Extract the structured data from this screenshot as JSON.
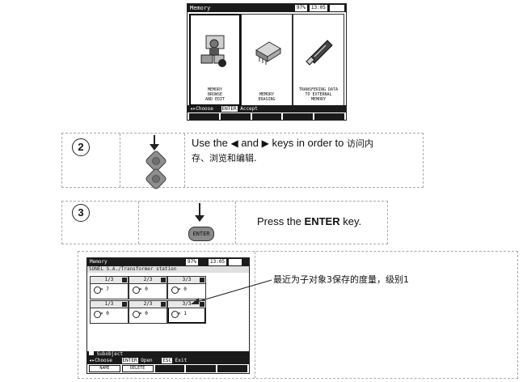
{
  "screen1": {
    "title": "Memory",
    "battery": "97%",
    "time": "13:05",
    "panels": [
      {
        "label": "MEMORY\nBROWSE\nAND EDIT",
        "icon": "person-at-computer-icon"
      },
      {
        "label": "MEMORY\nERASING",
        "icon": "memory-chip-icon"
      },
      {
        "label": "TRANSFERING DATA\nTO EXTERNAL\nMEMORY",
        "icon": "usb-drive-icon"
      }
    ],
    "hint_choose": "◂▸Choose",
    "hint_enter": "ENTER",
    "hint_accept": "Accept"
  },
  "step2": {
    "number": "2",
    "text_use": "Use the",
    "text_and": "and",
    "text_keys": "keys in order to",
    "text_cjk1": "访问内",
    "text_cjk2": "存、浏览和编辑",
    "text_end": "."
  },
  "step3": {
    "number": "3",
    "key_label": "ENTER",
    "text_press": "Press the",
    "text_key_name": "ENTER",
    "text_key": "key."
  },
  "screen2": {
    "title": "Memory",
    "battery": "97%",
    "time": "13:05",
    "subtitle": "SONEL S.A./Transformer station",
    "cells": [
      {
        "header": "1/3",
        "value": "× 7"
      },
      {
        "header": "2/3",
        "value": "× 0"
      },
      {
        "header": "3/3",
        "value": "× 0"
      },
      {
        "header": "1/3",
        "value": "× 0"
      },
      {
        "header": "2/3",
        "value": "× 0"
      },
      {
        "header": "3/3",
        "value": "× 1"
      }
    ],
    "footer_subobject": "Subobject",
    "footer_choose": "◂▸Choose",
    "footer_enter": "ENTER",
    "footer_open": "Open",
    "footer_esc": "ESC",
    "footer_exit": "Exit",
    "keys": [
      "NAME",
      "DELETE"
    ]
  },
  "annotation": "最近为子对象3保存的度量，级别1"
}
